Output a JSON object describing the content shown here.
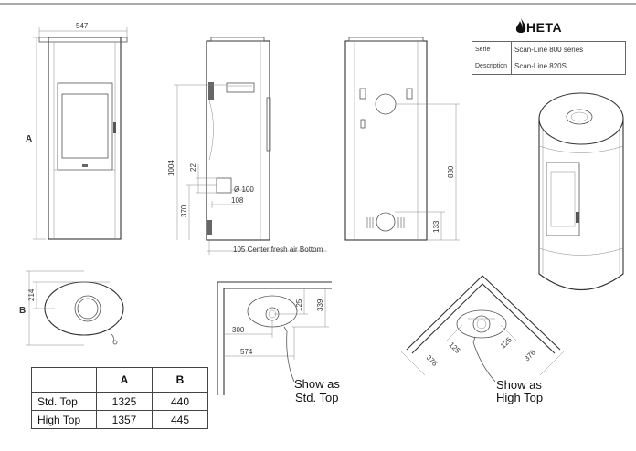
{
  "brand": {
    "name": "HETA",
    "logo_icon": "flame-icon"
  },
  "info_table": {
    "rows": [
      {
        "key": "Serie",
        "value": "Scan-Line 800 series"
      },
      {
        "key": "Description",
        "value": "Scan-Line 820S"
      }
    ]
  },
  "front_view": {
    "width_dim": "547",
    "height_label": "A"
  },
  "side_view": {
    "height_dim": "1004",
    "dim_22": "22",
    "dim_370": "370",
    "diameter": "Ø 100",
    "dim_108": "108",
    "note": "105 Center fresh air Bottom"
  },
  "back_view": {
    "dim_880": "880",
    "dim_133": "133"
  },
  "top_view": {
    "depth_dim": "214",
    "depth_label": "B"
  },
  "wall_plan": {
    "dim_125": "125",
    "dim_339": "339",
    "dim_300": "300",
    "dim_574": "574",
    "caption_line1": "Show as",
    "caption_line2": "Std. Top"
  },
  "corner_plan": {
    "dim_left_376": "376",
    "dim_left_125": "125",
    "dim_right_125": "125",
    "dim_right_376": "376",
    "caption_line1": "Show as",
    "caption_line2": "High Top"
  },
  "dim_table": {
    "headers": [
      "",
      "A",
      "B"
    ],
    "rows": [
      {
        "label": "Std. Top",
        "a": "1325",
        "b": "440"
      },
      {
        "label": "High Top",
        "a": "1357",
        "b": "445"
      }
    ]
  }
}
